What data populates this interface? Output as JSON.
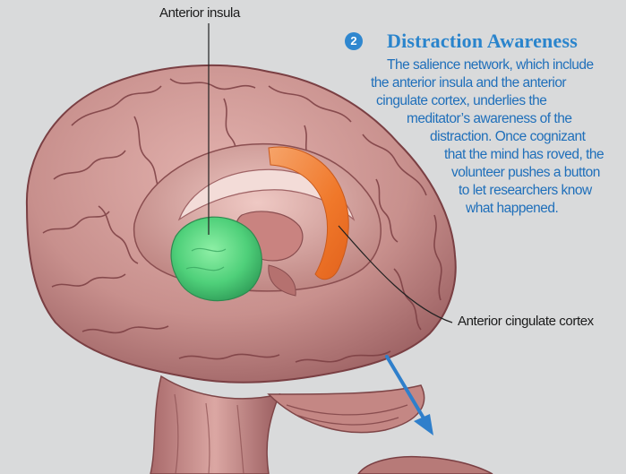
{
  "labels": {
    "anterior_insula": "Anterior insula",
    "anterior_cingulate_cortex": "Anterior cingulate cortex"
  },
  "step": {
    "number": "2",
    "title": "Distraction Awareness",
    "caption_lines": [
      "The salience network, which include",
      "the anterior insula and the anterior",
      "cingulate cortex, underlies the",
      "meditator’s awareness of the",
      "distraction. Once cognizant",
      "that the mind has roved, the",
      "volunteer pushes a button",
      "to let researchers know",
      "what happened."
    ]
  },
  "colors": {
    "accent_blue": "#2a84cc",
    "insula_green": "#4fd07a",
    "cingulate_orange": "#f0782a",
    "brain_pink": "#c98f8c"
  }
}
